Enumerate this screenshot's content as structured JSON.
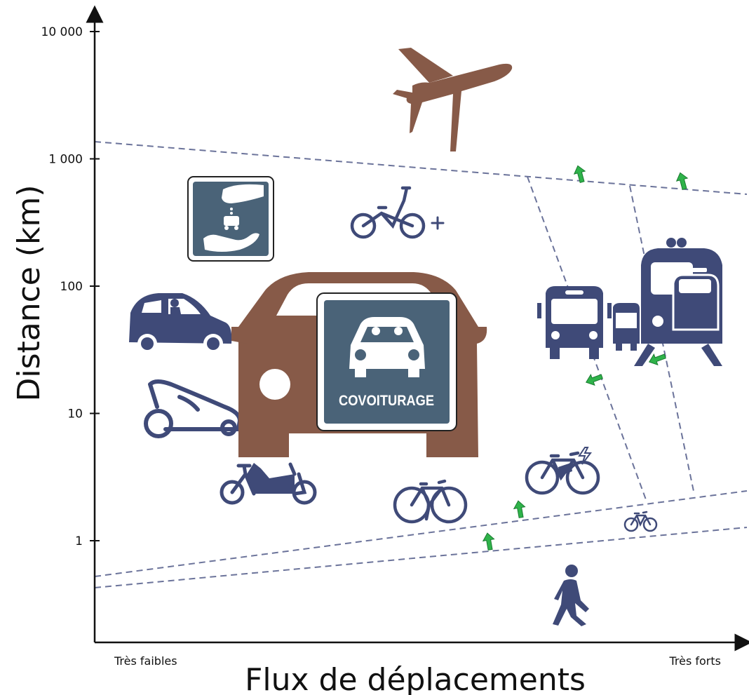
{
  "title": "",
  "y_axis": {
    "label": "Distance (km)",
    "scale": "log",
    "ticks": [
      {
        "value": 1,
        "label": "1"
      },
      {
        "value": 10,
        "label": "10"
      },
      {
        "value": 100,
        "label": "100"
      },
      {
        "value": 1000,
        "label": "1 000"
      },
      {
        "value": 10000,
        "label": "10 000"
      }
    ]
  },
  "x_axis": {
    "label": "Flux de déplacements",
    "low_label": "Très faibles",
    "high_label": "Très forts"
  },
  "icons": [
    {
      "name": "airplane-icon",
      "color": "#875a48"
    },
    {
      "name": "car-rental-sign-icon",
      "color": "#4a6378"
    },
    {
      "name": "folding-bike-plus-icon",
      "color": "#3f4a78"
    },
    {
      "name": "microcar-icon",
      "color": "#3f4a78"
    },
    {
      "name": "velomobile-icon",
      "color": "#3f4a78"
    },
    {
      "name": "cargo-bike-icon",
      "color": "#3f4a78"
    },
    {
      "name": "large-car-icon",
      "color": "#875a48"
    },
    {
      "name": "bicycle-icon",
      "color": "#3f4a78"
    },
    {
      "name": "electric-bike-icon",
      "color": "#3f4a78"
    },
    {
      "name": "small-bike-icon",
      "color": "#3f4a78"
    },
    {
      "name": "pedestrian-icon",
      "color": "#3f4a78"
    },
    {
      "name": "bus-icon",
      "color": "#3f4a78"
    },
    {
      "name": "train-icon",
      "color": "#3f4a78"
    }
  ],
  "covoiturage_sign": {
    "text": "COVOITURAGE",
    "color": "#4a6378"
  },
  "arrow_color": "#2fb34a",
  "dashed_line_color": "#6b739a"
}
